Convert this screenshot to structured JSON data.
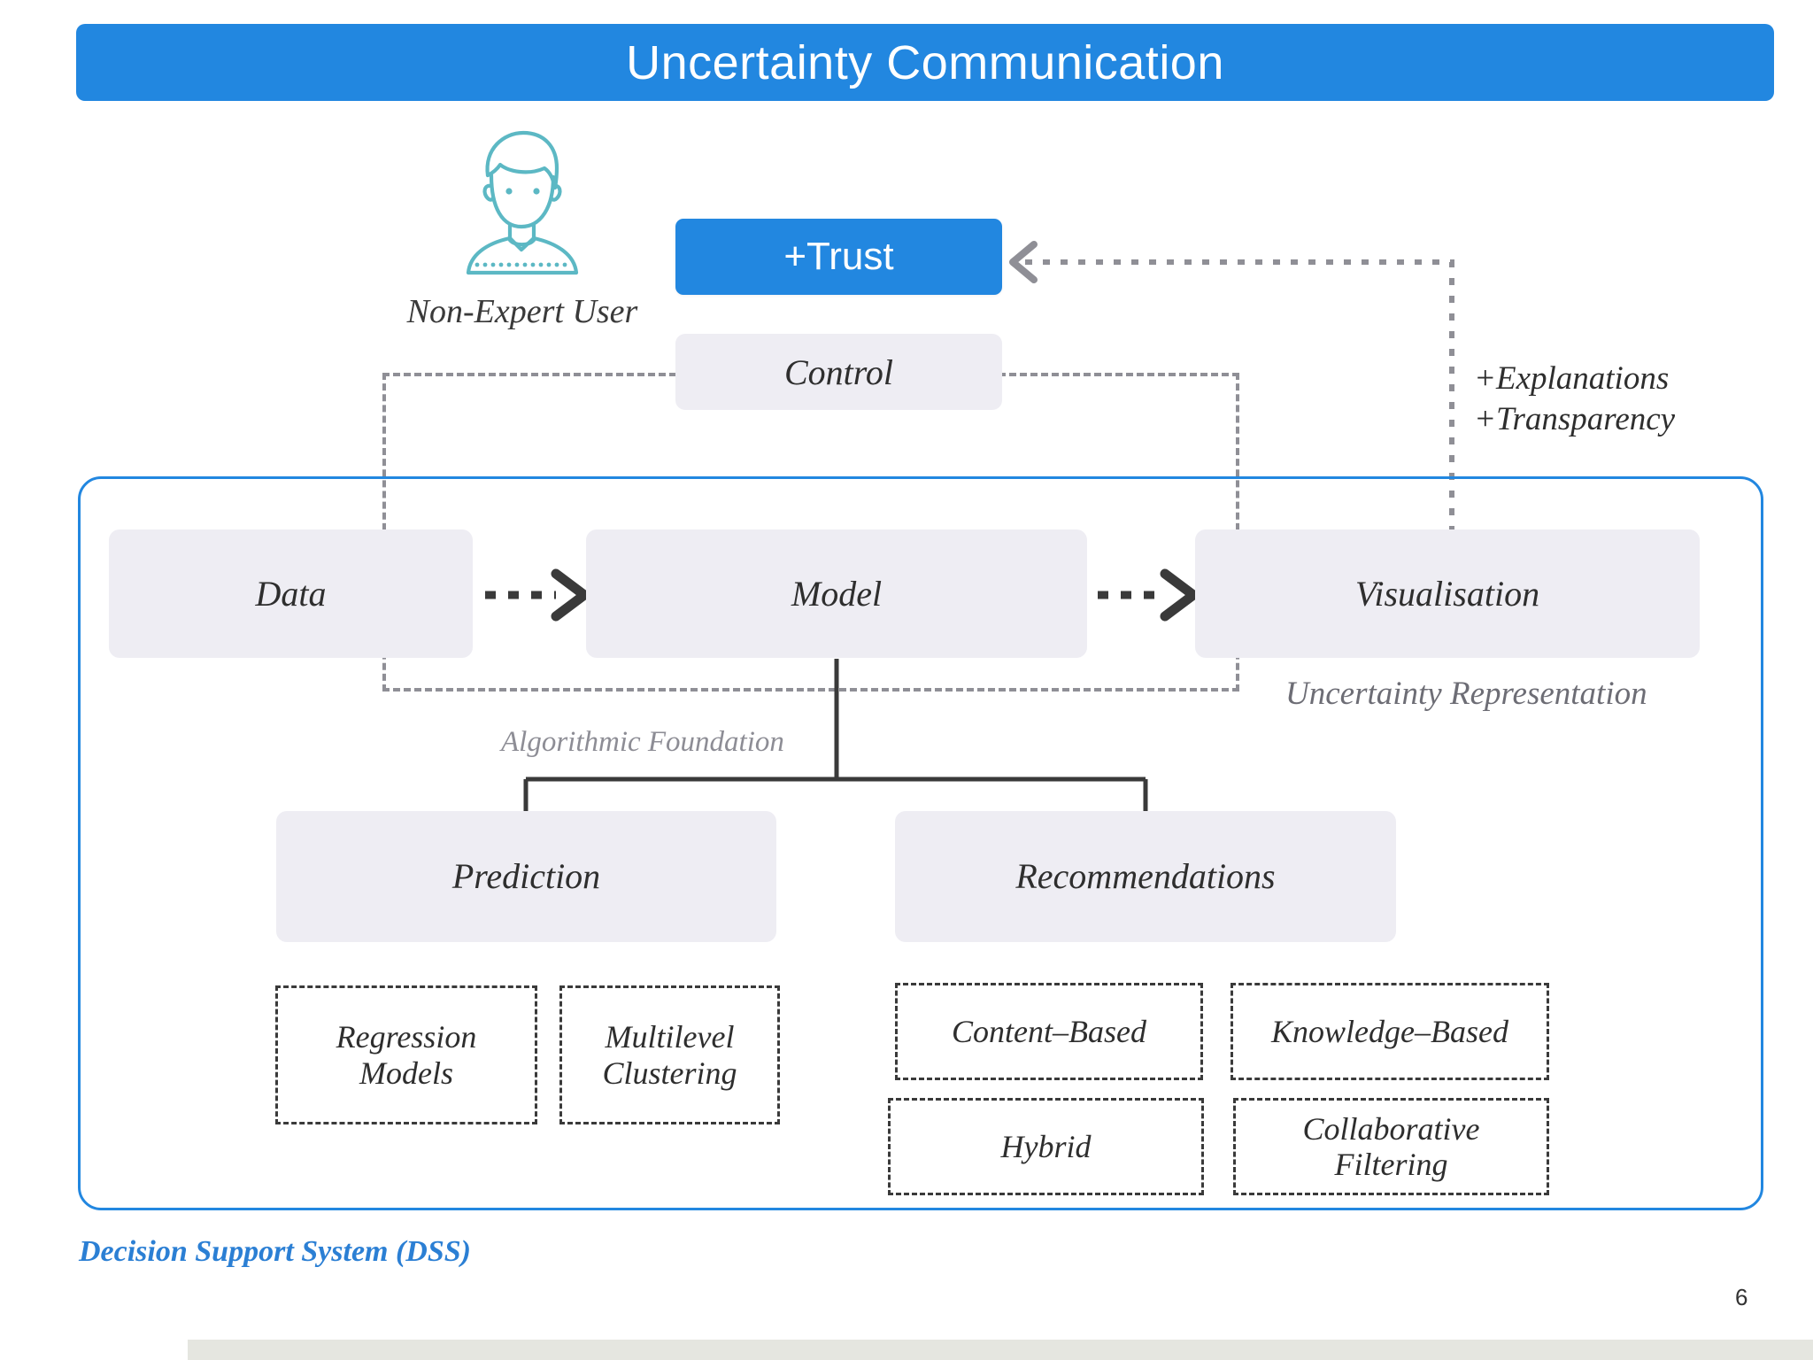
{
  "slide": {
    "title": "Uncertainty Communication",
    "page_number": "6",
    "accent_color": "#2287e0",
    "box_fill_color": "#eeedf3",
    "dashed_line_color": "#8f8f96",
    "footer_bar_color": "#e5e6e0"
  },
  "actor": {
    "icon": "user-avatar-icon",
    "icon_color": "#5cb8c4",
    "caption": "Non-Expert User"
  },
  "outcomes": {
    "trust_label": "+Trust",
    "control_label": "Control"
  },
  "annotations": {
    "explanations": "+Explanations",
    "transparency": "+Transparency",
    "algorithmic_foundation": "Algorithmic Foundation",
    "uncertainty_representation": "Uncertainty Representation",
    "system_caption": "Decision Support System (DSS)"
  },
  "pipeline": [
    {
      "id": "data",
      "label": "Data"
    },
    {
      "id": "model",
      "label": "Model"
    },
    {
      "id": "visualisation",
      "label": "Visualisation"
    }
  ],
  "branches": [
    {
      "id": "prediction",
      "label": "Prediction",
      "children": [
        {
          "id": "regression-models",
          "label": "Regression\nModels"
        },
        {
          "id": "multilevel-clustering",
          "label": "Multilevel\nClustering"
        }
      ]
    },
    {
      "id": "recommendations",
      "label": "Recommendations",
      "children": [
        {
          "id": "content-based",
          "label": "Content–Based"
        },
        {
          "id": "knowledge-based",
          "label": "Knowledge–Based"
        },
        {
          "id": "hybrid",
          "label": "Hybrid"
        },
        {
          "id": "collaborative-filtering",
          "label": "Collaborative\nFiltering"
        }
      ]
    }
  ],
  "leaf_labels": {
    "regression": "Regression Models",
    "multilevel": "Multilevel Clustering",
    "content": "Content–Based",
    "knowledge": "Knowledge–Based",
    "hybrid": "Hybrid",
    "collaborative": "Collaborative Filtering"
  },
  "leaf_lines": {
    "regression_1": "Regression",
    "regression_2": "Models",
    "multilevel_1": "Multilevel",
    "multilevel_2": "Clustering",
    "collaborative_1": "Collaborative",
    "collaborative_2": "Filtering"
  }
}
